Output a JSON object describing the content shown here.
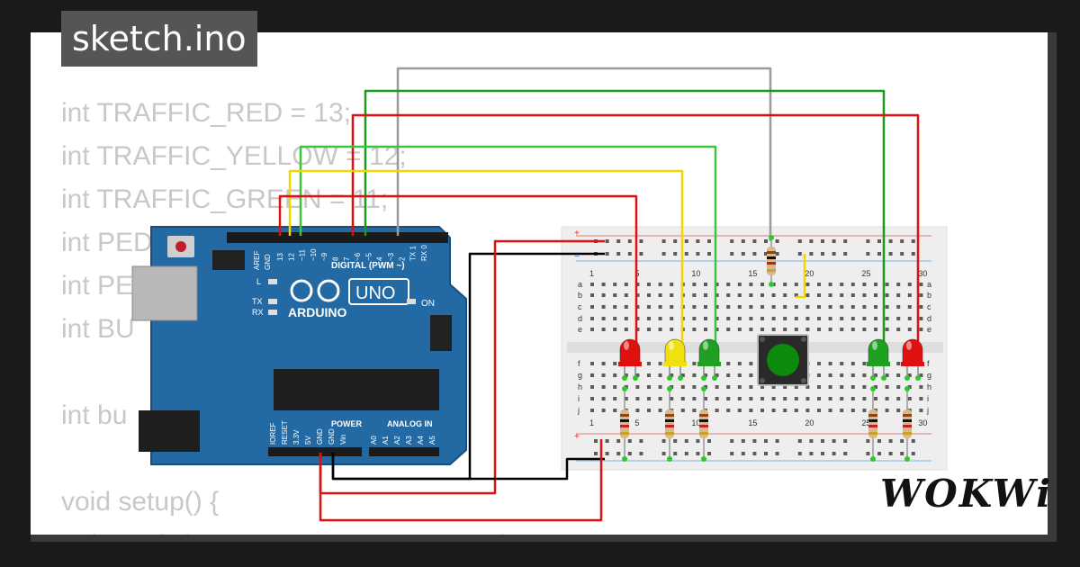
{
  "file_tab": {
    "label": "sketch.ino"
  },
  "code_lines": [
    "int TRAFFIC_RED = 13;",
    "int TRAFFIC_YELLOW = 12;",
    "int TRAFFIC_GREEN = 11;",
    "int PED",
    "int PE",
    "int BU",
    "",
    "int bu",
    "",
    "void setup() {",
    "  pinMode(TRAFFIC_RED, OUTPUT);"
  ],
  "arduino": {
    "brand": "ARDUINO",
    "model": "UNO",
    "digital_label": "DIGITAL (PWM ~)",
    "power_label": "POWER",
    "analog_label": "ANALOG IN",
    "on_label": "ON",
    "l_label": "L",
    "tx_label": "TX",
    "rx_label": "RX",
    "aref_label": "AREF",
    "gnd_label": "GND",
    "pin_labels": [
      "13",
      "12",
      "~11",
      "~10",
      "~9",
      "8",
      "7",
      "~6",
      "~5",
      "4",
      "~3",
      "2",
      "TX 1",
      "RX 0"
    ],
    "power_pins": [
      "IOREF",
      "RESET",
      "3.3V",
      "5V",
      "GND",
      "GND",
      "Vin"
    ],
    "analog_pins": [
      "A0",
      "A1",
      "A2",
      "A3",
      "A4",
      "A5"
    ]
  },
  "breadboard": {
    "col_numbers": [
      "1",
      "5",
      "10",
      "15",
      "20",
      "25",
      "30"
    ],
    "row_letters_top": [
      "a",
      "b",
      "c",
      "d",
      "e"
    ],
    "row_letters_bottom": [
      "f",
      "g",
      "h",
      "i",
      "j"
    ]
  },
  "wire_colors": {
    "red": "#e01010",
    "green": "#1a9a1a",
    "lightgreen": "#3cc43c",
    "yellow": "#f2d600",
    "gray": "#9a9a9a",
    "black": "#000000"
  },
  "led_colors": [
    "#e01010",
    "#f0e010",
    "#20a020",
    "#20a020",
    "#e01010"
  ],
  "button_color": "#0b8a0b",
  "logo": {
    "text": "WOKWi"
  }
}
